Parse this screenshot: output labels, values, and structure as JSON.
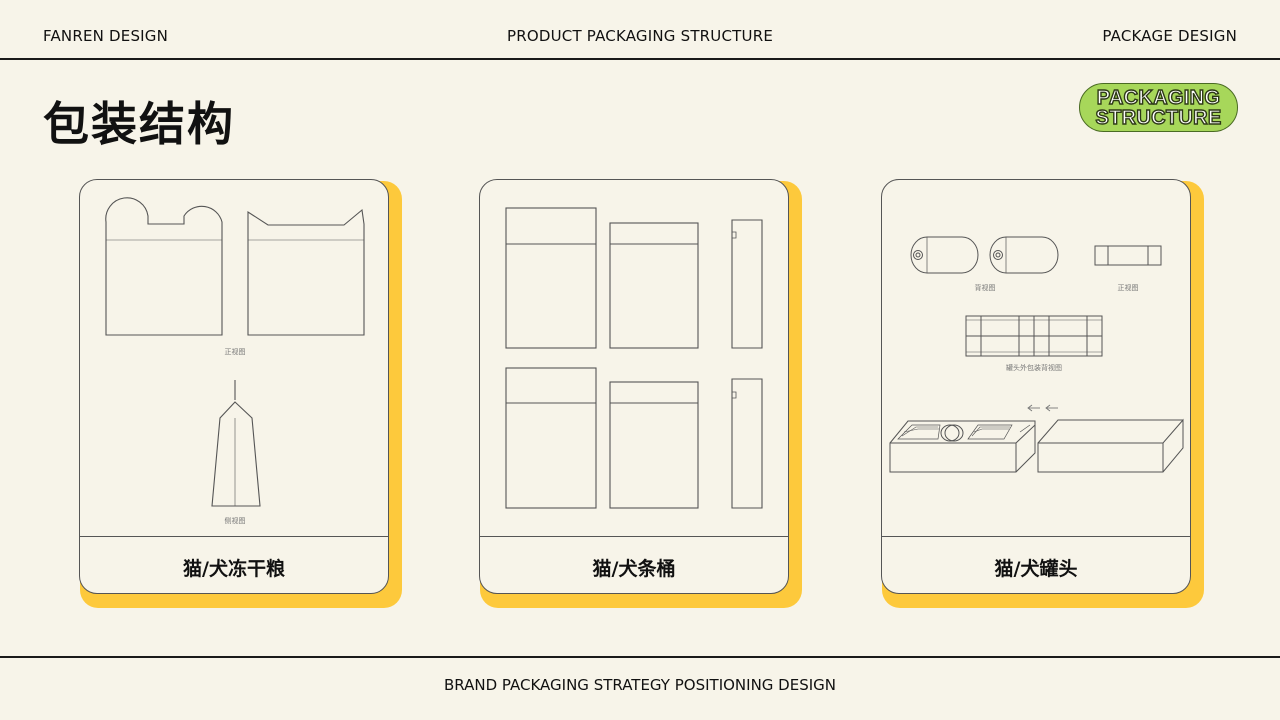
{
  "header": {
    "left": "FANREN DESIGN",
    "center": "PRODUCT PACKAGING STRUCTURE",
    "right": "PACKAGE DESIGN"
  },
  "page_title": "包装结构",
  "badge": {
    "line1": "PACKAGING",
    "line2": "STRUCTURE"
  },
  "colors": {
    "background": "#f7f4e9",
    "shadow_yellow": "#fdc93c",
    "badge_green": "#a7d75a",
    "line": "#555555"
  },
  "cards": [
    {
      "label": "猫/犬冻干粮",
      "captions": [
        "正视图",
        "侧视图"
      ]
    },
    {
      "label": "猫/犬条桶",
      "captions": []
    },
    {
      "label": "猫/犬罐头",
      "captions": [
        "背视图",
        "正视图",
        "罐头外包装背视图"
      ]
    }
  ],
  "footer": "BRAND PACKAGING STRATEGY POSITIONING DESIGN"
}
